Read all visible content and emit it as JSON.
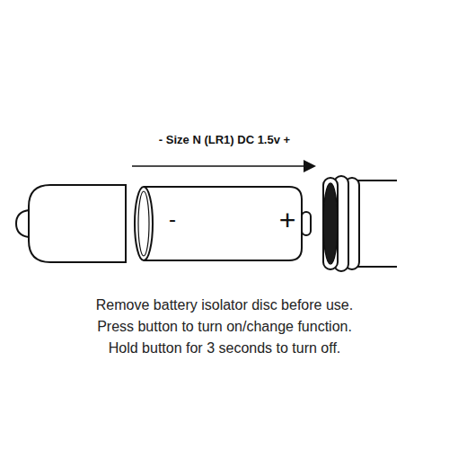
{
  "diagram": {
    "labels": [
      "- Size N (LR1) DC 1.5v +",
      "-",
      "+",
      "Remove battery isolator disc before use.",
      "Press button to turn on/change function.",
      "Hold button for 3 seconds to turn off."
    ]
  }
}
